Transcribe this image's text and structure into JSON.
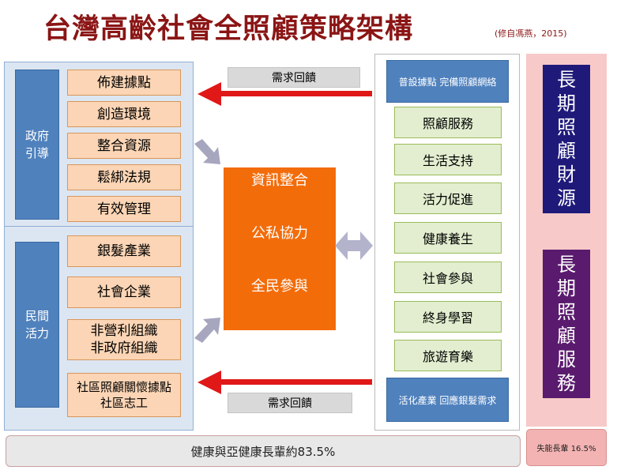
{
  "title": "台灣高齡社會全照顧策略架構",
  "title_note": "(修自馮燕，2015)",
  "government": {
    "label": "政府\n引導",
    "items": [
      "佈建據點",
      "創造環境",
      "整合資源",
      "鬆綁法規",
      "有效管理"
    ]
  },
  "civil": {
    "label": "民間\n活力",
    "items": [
      "銀髮產業",
      "社會企業",
      "非營利組織\n非政府組織",
      "社區照顧關懷據點\n社區志工"
    ]
  },
  "center": {
    "items": [
      "資訊整合",
      "公私協力",
      "全民參與"
    ]
  },
  "feedback": {
    "top": "需求回饋",
    "bottom": "需求回饋"
  },
  "services": {
    "header": "普設據點 完備照顧網絡",
    "items": [
      "照顧服務",
      "生活支持",
      "活力促進",
      "健康養生",
      "社會參與",
      "終身學習",
      "旅遊育樂"
    ],
    "footer": "活化產業 回應銀髮需求"
  },
  "longterm": {
    "finance_chars": [
      "長",
      "期",
      "照",
      "顧",
      "財",
      "源"
    ],
    "service_chars": [
      "長",
      "期",
      "照",
      "顧",
      "服",
      "務"
    ],
    "finance_color": "#1f1a7a",
    "service_color": "#5a1a6e"
  },
  "bottom": {
    "healthy": "健康與亞健康長輩約83.5%",
    "disabled": "失能長輩 16.5%"
  },
  "colors": {
    "title": "#8b1515",
    "arrow_red": "#e01818",
    "orange": "#f36c0a"
  }
}
